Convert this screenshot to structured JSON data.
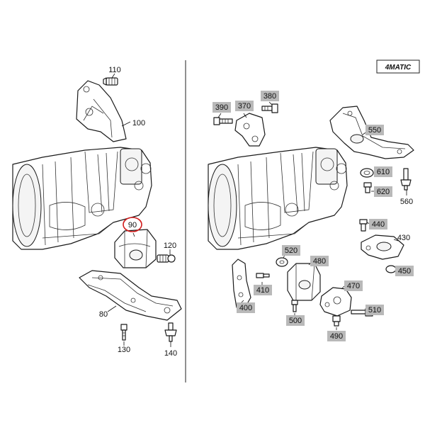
{
  "variant_badge": "4MATIC",
  "colors": {
    "label_box": "#b9b9b9",
    "highlight_circle": "#d11a1a",
    "line": "#1a1a1a"
  },
  "left_group": {
    "callouts": {
      "c110": "110",
      "c100": "100",
      "c90": "90",
      "c120": "120",
      "c80": "80",
      "c130": "130",
      "c140": "140"
    }
  },
  "right_group": {
    "callouts": {
      "c390": "390",
      "c370": "370",
      "c380": "380",
      "c550": "550",
      "c610": "610",
      "c620": "620",
      "c560": "560",
      "c440": "440",
      "c430": "430",
      "c450": "450",
      "c520": "520",
      "c480": "480",
      "c410": "410",
      "c400": "400",
      "c470": "470",
      "c500": "500",
      "c510": "510",
      "c490": "490"
    }
  },
  "highlighted_part": "90"
}
